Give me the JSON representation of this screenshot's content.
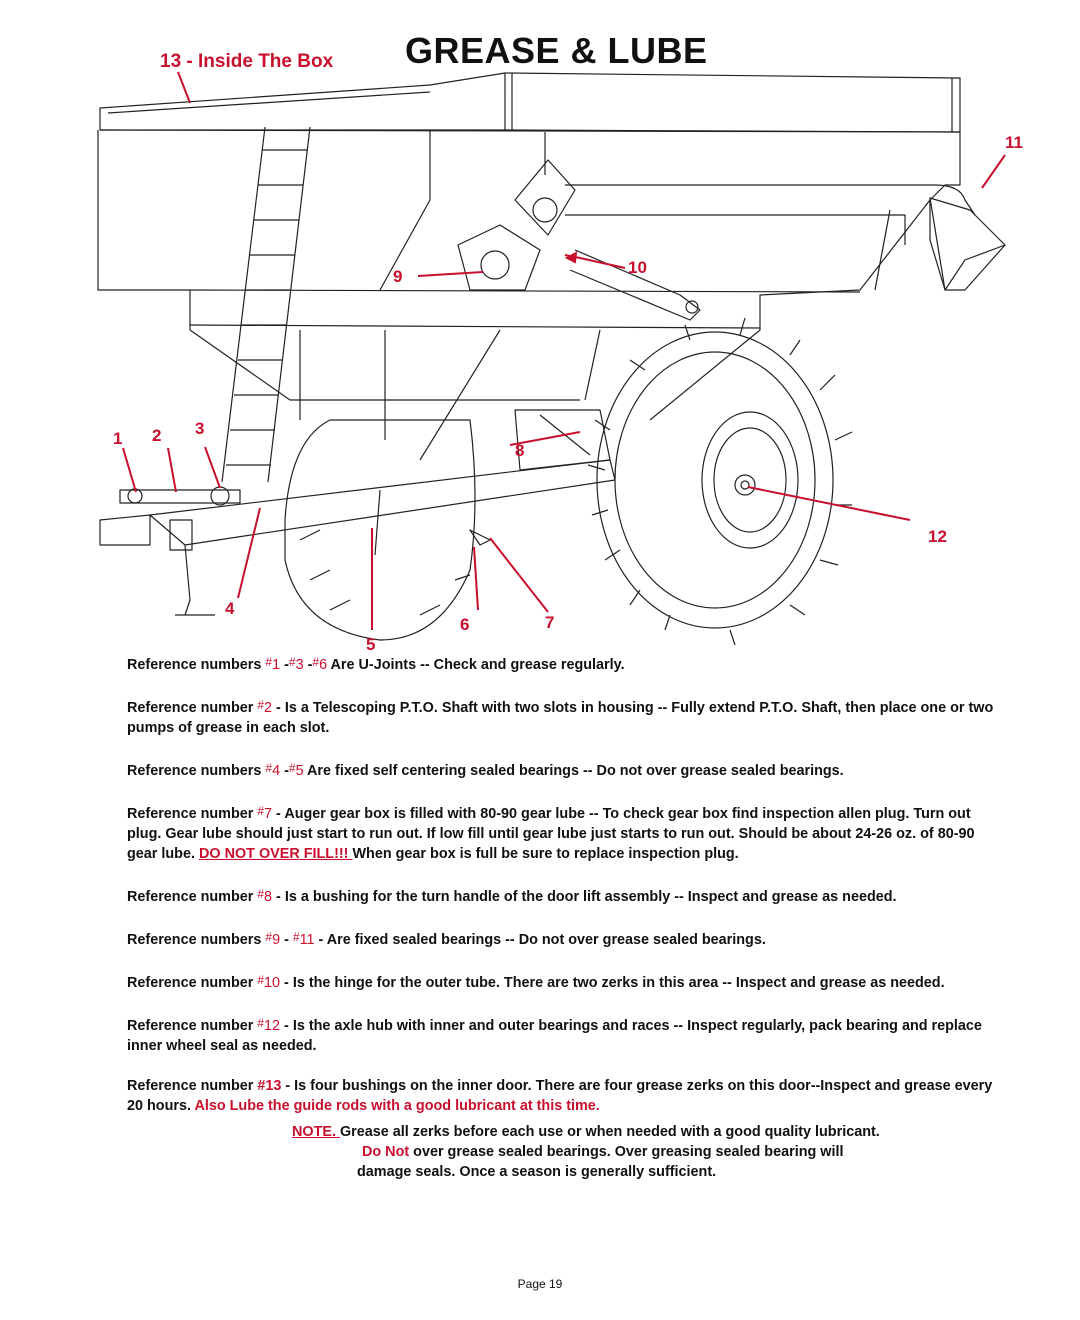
{
  "header": {
    "title": "GREASE & LUBE",
    "inside_box_label": "13 - Inside The Box"
  },
  "callouts": {
    "n1": "1",
    "n2": "2",
    "n3": "3",
    "n4": "4",
    "n5": "5",
    "n6": "6",
    "n7": "7",
    "n8": "8",
    "n9": "9",
    "n10": "10",
    "n11": "11",
    "n12": "12"
  },
  "paragraphs": {
    "p1": {
      "lead": "Reference numbers ",
      "hash_a": "#",
      "num_a": "1",
      "sep_a": " -",
      "hash_b": "#",
      "num_b": "3",
      "sep_b": " -",
      "hash_c": "#",
      "num_c": "6",
      "rest": " Are U-Joints -- Check and grease regularly."
    },
    "p2": {
      "lead": "Reference number ",
      "hash_a": "#",
      "num_a": "2",
      "rest": " - Is a Telescoping P.T.O. Shaft with two slots in housing -- Fully extend P.T.O. Shaft, then place one or two pumps of grease in each slot."
    },
    "p3": {
      "lead": "Reference numbers ",
      "hash_a": "#",
      "num_a": "4",
      "sep_a": " -",
      "hash_b": "#",
      "num_b": "5",
      "rest": " Are fixed self centering  sealed bearings --  Do not over grease sealed bearings."
    },
    "p4": {
      "lead": "Reference number ",
      "hash_a": "#",
      "num_a": "7",
      "rest": " - Auger gear box is filled with 80-90 gear lube -- To check gear box find inspection allen plug. Turn out plug.  Gear lube should just start to run out.  If low fill until gear lube just starts to run out. Should be about 24-26 oz. of 80-90 gear lube.  ",
      "warning": "DO NOT OVER FILL!!! ",
      "tail": " When gear box is full be sure to replace inspection plug."
    },
    "p5": {
      "lead": "Reference number ",
      "hash_a": "#",
      "num_a": "8",
      "rest": " - Is a bushing for the turn handle of the door lift assembly -- Inspect and grease as needed."
    },
    "p6": {
      "lead": "Reference numbers ",
      "hash_a": "#",
      "num_a": "9",
      "sep_a": " - ",
      "hash_b": "#",
      "num_b": "11",
      "rest": " - Are fixed sealed bearings -- Do not over grease sealed bearings."
    },
    "p7": {
      "lead": "Reference number  ",
      "hash_a": "#",
      "num_a": "10",
      "rest": " - Is the hinge for the outer tube. There are two zerks in this area -- Inspect and grease as needed."
    },
    "p8": {
      "lead": "Reference number  ",
      "hash_a": "#",
      "num_a": "12",
      "rest": " - Is the axle hub with inner and outer bearings and races --  Inspect regularly, pack bearing and replace inner wheel seal as needed."
    },
    "p9": {
      "lead": "Reference number  ",
      "ref": "#13",
      "rest": " - Is four bushings on the inner door.  There are four grease zerks on this door--Inspect and grease every 20 hours.  ",
      "red_tail": "Also Lube the  guide rods with a good lubricant at this time."
    }
  },
  "note": {
    "label": "NOTE. ",
    "line1": " Grease all zerks before each use or when needed with a good quality lubricant.",
    "do_not": "Do Not",
    "line2": " over grease sealed bearings. Over greasing sealed bearing will",
    "line3": "damage seals.  Once a season is generally sufficient."
  },
  "footer": {
    "page": "Page 19"
  }
}
